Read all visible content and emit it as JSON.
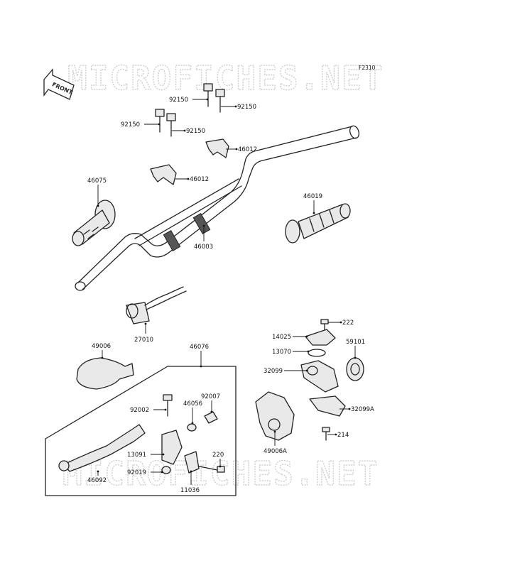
{
  "diagram_code": "F2310",
  "front_label": "FRONT",
  "watermarks": [
    "MICROFICHES.NET",
    "MICROFICHES.NET"
  ],
  "parts": [
    {
      "id": "p1",
      "label": "92150"
    },
    {
      "id": "p2",
      "label": "92150"
    },
    {
      "id": "p3",
      "label": "92150"
    },
    {
      "id": "p4",
      "label": "92150"
    },
    {
      "id": "p5",
      "label": "46012"
    },
    {
      "id": "p6",
      "label": "46012"
    },
    {
      "id": "p7",
      "label": "46075"
    },
    {
      "id": "p8",
      "label": "46019"
    },
    {
      "id": "p9",
      "label": "46003"
    },
    {
      "id": "p10",
      "label": "27010"
    },
    {
      "id": "p11",
      "label": "49006"
    },
    {
      "id": "p12",
      "label": "46076"
    },
    {
      "id": "p13",
      "label": "222"
    },
    {
      "id": "p14",
      "label": "14025"
    },
    {
      "id": "p15",
      "label": "13070"
    },
    {
      "id": "p16",
      "label": "59101"
    },
    {
      "id": "p17",
      "label": "32099"
    },
    {
      "id": "p18",
      "label": "92007"
    },
    {
      "id": "p19",
      "label": "92002"
    },
    {
      "id": "p20",
      "label": "46056"
    },
    {
      "id": "p21",
      "label": "32099A"
    },
    {
      "id": "p22",
      "label": "214"
    },
    {
      "id": "p23",
      "label": "49006A"
    },
    {
      "id": "p24",
      "label": "13091"
    },
    {
      "id": "p25",
      "label": "220"
    },
    {
      "id": "p26",
      "label": "92019"
    },
    {
      "id": "p27",
      "label": "46092"
    },
    {
      "id": "p28",
      "label": "11036"
    }
  ]
}
